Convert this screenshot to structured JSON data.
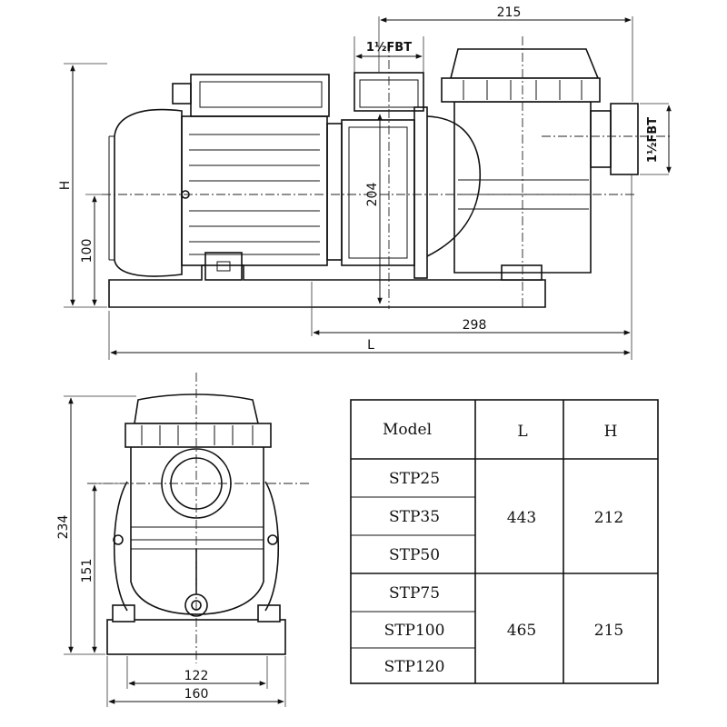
{
  "side_view": {
    "dim_top": "215",
    "dim_inlet": "1½FBT",
    "dim_outlet": "1½FBT",
    "dim_height": "H",
    "dim_axis": "100",
    "dim_mid": "204",
    "dim_base": "298",
    "dim_length": "L"
  },
  "front_view": {
    "dim_total_height": "234",
    "dim_axis_height": "151",
    "dim_inner_width": "122",
    "dim_outer_width": "160"
  },
  "table": {
    "headers": [
      "Model",
      "L",
      "H"
    ],
    "models": [
      "STP25",
      "STP35",
      "STP50",
      "STP75",
      "STP100",
      "STP120"
    ],
    "groups": [
      {
        "L": "443",
        "H": "212"
      },
      {
        "L": "465",
        "H": "215"
      }
    ]
  }
}
